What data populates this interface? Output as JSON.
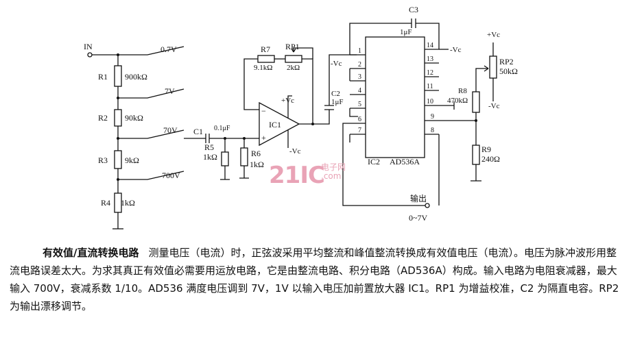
{
  "circuit": {
    "input_label": "IN",
    "taps": [
      "0.7V",
      "7V",
      "70V",
      "700V"
    ],
    "resistors": {
      "r1": {
        "name": "R1",
        "value": "900kΩ"
      },
      "r2": {
        "name": "R2",
        "value": "90kΩ"
      },
      "r3": {
        "name": "R3",
        "value": "9kΩ"
      },
      "r4": {
        "name": "R4",
        "value": "1kΩ"
      },
      "r5": {
        "name": "R5",
        "value": "1kΩ"
      },
      "r6": {
        "name": "R6",
        "value": "1kΩ"
      },
      "r7": {
        "name": "R7",
        "value": "9.1kΩ"
      },
      "rp1": {
        "name": "RP1",
        "value": "2kΩ"
      },
      "r8": {
        "name": "R8",
        "value": "470kΩ"
      },
      "rp2": {
        "name": "RP2",
        "value": "50kΩ"
      },
      "r9": {
        "name": "R9",
        "value": "240Ω"
      }
    },
    "c1": {
      "name": "C1",
      "value": "0.1μF"
    },
    "c2": {
      "name": "C2",
      "value": "1μF"
    },
    "c3": {
      "name": "C3",
      "value": "1μF"
    },
    "ic1": "IC1",
    "ic2": "IC2",
    "ic2_part": "AD536A",
    "supply_pos": "+Vc",
    "supply_neg": "-Vc",
    "opamp_plus": "+",
    "opamp_minus": "−",
    "ic2_pins_left": [
      "1",
      "2",
      "3",
      "4",
      "5",
      "6",
      "7"
    ],
    "ic2_pins_right": [
      "14",
      "13",
      "12",
      "11",
      "10",
      "9",
      "8"
    ],
    "output_label": "输出",
    "output_range": "0~7V"
  },
  "watermark": {
    "main": "21IC",
    "sub1": "电子网",
    "sub2": ".com"
  },
  "description": {
    "title": "有效值/直流转换电路",
    "body": "测量电压（电流）时，正弦波采用平均整流和峰值整流转换成有效值电压（电流）。电压为脉冲波形用整流电路误差太大。为求其真正有效值必需要用运放电路，它是由整流电路、积分电路（AD536A）构成。输入电路为电阻衰减器，最大输入 700V，衰减系数 1/10。AD536 满度电压调到 7V，1V 以输入电压加前置放大器 IC1。RP1 为增益校准，C2 为隔直电容。RP2 为输出漂移调节。"
  }
}
